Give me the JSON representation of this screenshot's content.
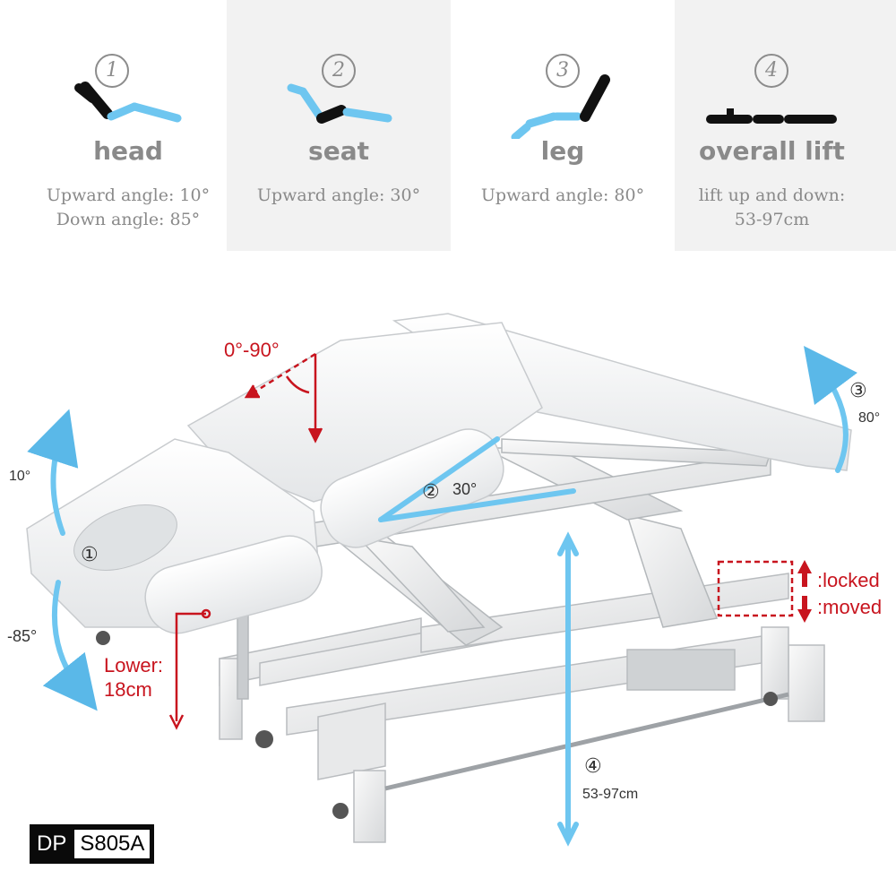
{
  "panels": [
    {
      "num": "1",
      "title": "head",
      "lines": [
        "Upward angle:  10°",
        "Down angle:  85°"
      ],
      "icon": "head-adjust-icon"
    },
    {
      "num": "2",
      "title": "seat",
      "lines": [
        "Upward angle:  30°"
      ],
      "icon": "seat-adjust-icon"
    },
    {
      "num": "3",
      "title": "leg",
      "lines": [
        "Upward angle:  80°"
      ],
      "icon": "leg-adjust-icon"
    },
    {
      "num": "4",
      "title": "overall lift",
      "lines": [
        "lift up and down:",
        "53-97cm"
      ],
      "icon": "lift-adjust-icon"
    }
  ],
  "diagram": {
    "armrest_angle": "0°-90°",
    "head_up": "10°",
    "head_marker": "①",
    "head_down": "-85°",
    "lower_label": "Lower:",
    "lower_value": "18cm",
    "seat_marker": "②",
    "seat_angle": "30°",
    "leg_marker": "③",
    "leg_angle": "80°",
    "lift_marker": "④",
    "lift_range": "53-97cm",
    "locked_label": ":locked",
    "moved_label": ":moved"
  },
  "model": {
    "prefix": "DP",
    "code": "S805A"
  },
  "colors": {
    "accent_blue": "#6ec6f0",
    "icon_black": "#111111",
    "annotation_red": "#c8141e",
    "panel_gray": "#f2f2f2",
    "text_gray": "#8a8a8a"
  }
}
